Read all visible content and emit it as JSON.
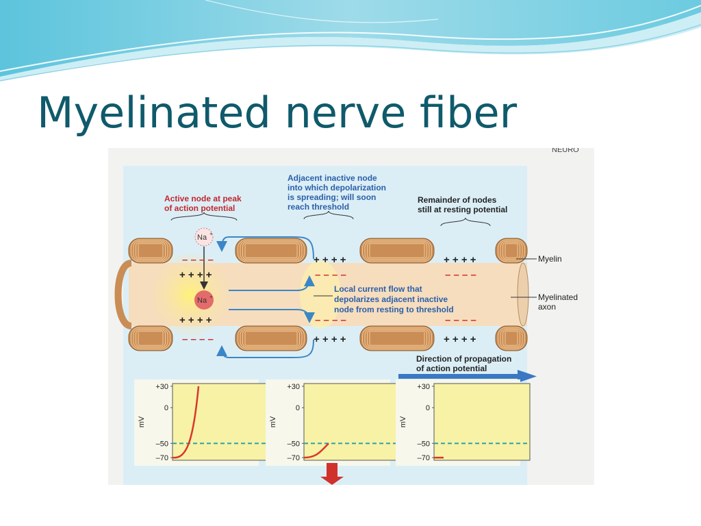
{
  "slide": {
    "title": "Myelinated nerve fiber"
  },
  "figure": {
    "colors": {
      "background": "#dbeef6",
      "axon": "#f6ddbe",
      "myelin": "#c98d55",
      "charge_red": "#d0312b",
      "current_blue": "#3b86c6",
      "label_red": "#c2272d",
      "label_blue": "#2b5fa8",
      "graph_bg": "#f7f2a6",
      "threshold_dash": "#2aa2a8",
      "trace": "#d9362c",
      "propagation_arrow": "#3b78c2"
    },
    "labels": {
      "active_node": [
        "Active node at peak",
        "of action potential"
      ],
      "adjacent_node": [
        "Adjacent inactive node",
        "into which depolarization",
        "is spreading; will soon",
        "reach threshold"
      ],
      "remainder": [
        "Remainder of nodes",
        "still at resting potential"
      ],
      "local_current": [
        "Local current flow that",
        "depolarizes adjacent inactive",
        "node from resting to threshold"
      ],
      "direction": [
        "Direction of propagation",
        "of action potential"
      ],
      "myelin": "Myelin",
      "myelinated_axon": [
        "Myelinated",
        "axon"
      ],
      "na_top": "Na",
      "na_mid": "Na",
      "na_sup": "+",
      "plus_group": "+ + + +",
      "minus_group": "– – – –"
    },
    "graphs": [
      {
        "ylabel": "mV",
        "ticks": [
          "+30",
          "0",
          "–50",
          "–70"
        ],
        "state": "peak"
      },
      {
        "ylabel": "mV",
        "ticks": [
          "+30",
          "0",
          "–50",
          "–70"
        ],
        "state": "rising"
      },
      {
        "ylabel": "mV",
        "ticks": [
          "+30",
          "0",
          "–50",
          "–70"
        ],
        "state": "resting"
      }
    ],
    "page_text": {
      "corner": "NEURO"
    }
  }
}
